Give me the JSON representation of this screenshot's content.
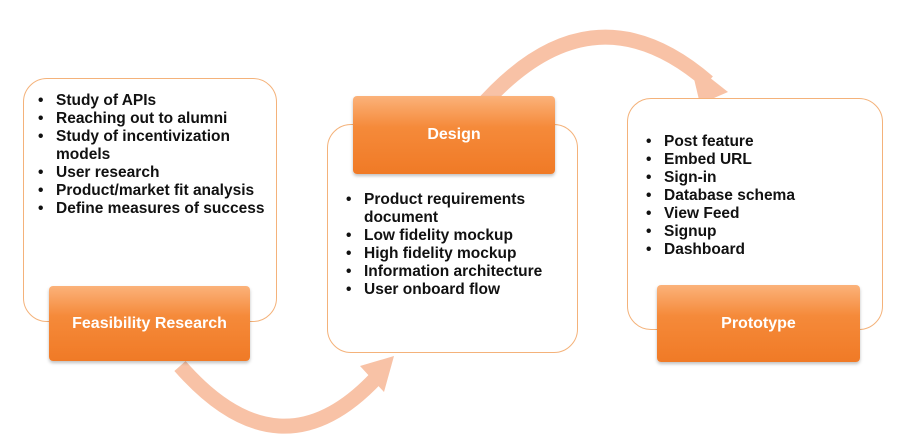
{
  "stages": [
    {
      "title": "Feasibility Research",
      "items": [
        "Study of APIs",
        "Reaching out to alumni",
        "Study of incentivization models",
        "User research",
        "Product/market fit analysis",
        "Define measures of success"
      ]
    },
    {
      "title": "Design",
      "items": [
        "Product requirements document",
        "Low fidelity mockup",
        "High fidelity mockup",
        "Information architecture",
        "User onboard flow"
      ]
    },
    {
      "title": "Prototype",
      "items": [
        "Post feature",
        "Embed URL",
        "Sign-in",
        "Database schema",
        "View Feed",
        "Signup",
        "Dashboard"
      ]
    }
  ],
  "colors": {
    "accent": "#f07a26",
    "accent_light": "#fbb27a",
    "card_border": "#f4b27a",
    "arrow": "#f8c2a6"
  }
}
